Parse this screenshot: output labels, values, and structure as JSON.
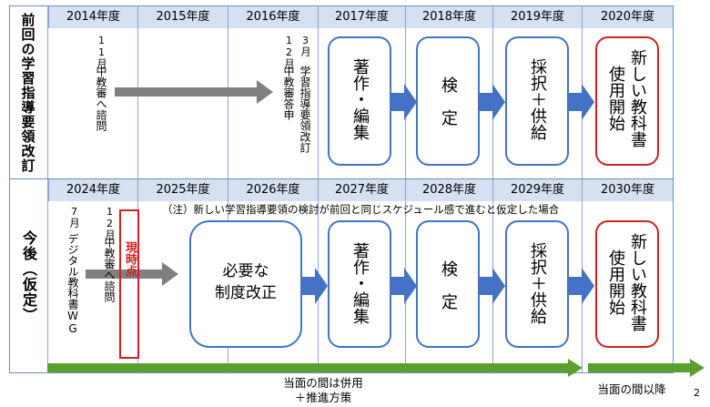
{
  "years_top": [
    "2014年度",
    "2015年度",
    "2016年度",
    "2017年度",
    "2018年度",
    "2019年度",
    "2020年度"
  ],
  "years_bottom": [
    "2024年度",
    "2025年度",
    "2026年度",
    "2027年度",
    "2028年度",
    "2029年度",
    "2030年度"
  ],
  "row_top_label": "前回の学習指導要領改訂",
  "row_bottom_label": "今後（仮定）",
  "top": {
    "event1_month": "11月",
    "event1_text": "中教審へ諮問",
    "event2_month": "12月",
    "event2_text": "中教審答申",
    "event3_month": "3月",
    "event3_text": "学習指導要領改訂"
  },
  "bottom": {
    "event1_month": "7月",
    "event1_text": "デジタル教科書WG",
    "event2_month": "12月",
    "event2_text": "中教審へ諮問",
    "current_point": "現時点",
    "note": "（注）新しい学習指導要領の検討が前回と同じスケジュール感で進むと仮定した場合",
    "reform_box": "必要な\n制度改正"
  },
  "boxes": {
    "authoring": "著作・編集",
    "inspection": "検　定",
    "adoption": "採択＋供給",
    "new_textbook_col1": "新しい教科書",
    "new_textbook_col2": "使用開始"
  },
  "captions": {
    "interim": "当面の間は併用\n＋推進方策",
    "after": "当面の間以降"
  },
  "page_number": "2",
  "colors": {
    "header_bg": "#d5e0f0",
    "box_border": "#4472c4",
    "arrow_blue": "#4472c4",
    "arrow_gray": "#808080",
    "red": "#d02020",
    "green": "#5aa02c"
  }
}
